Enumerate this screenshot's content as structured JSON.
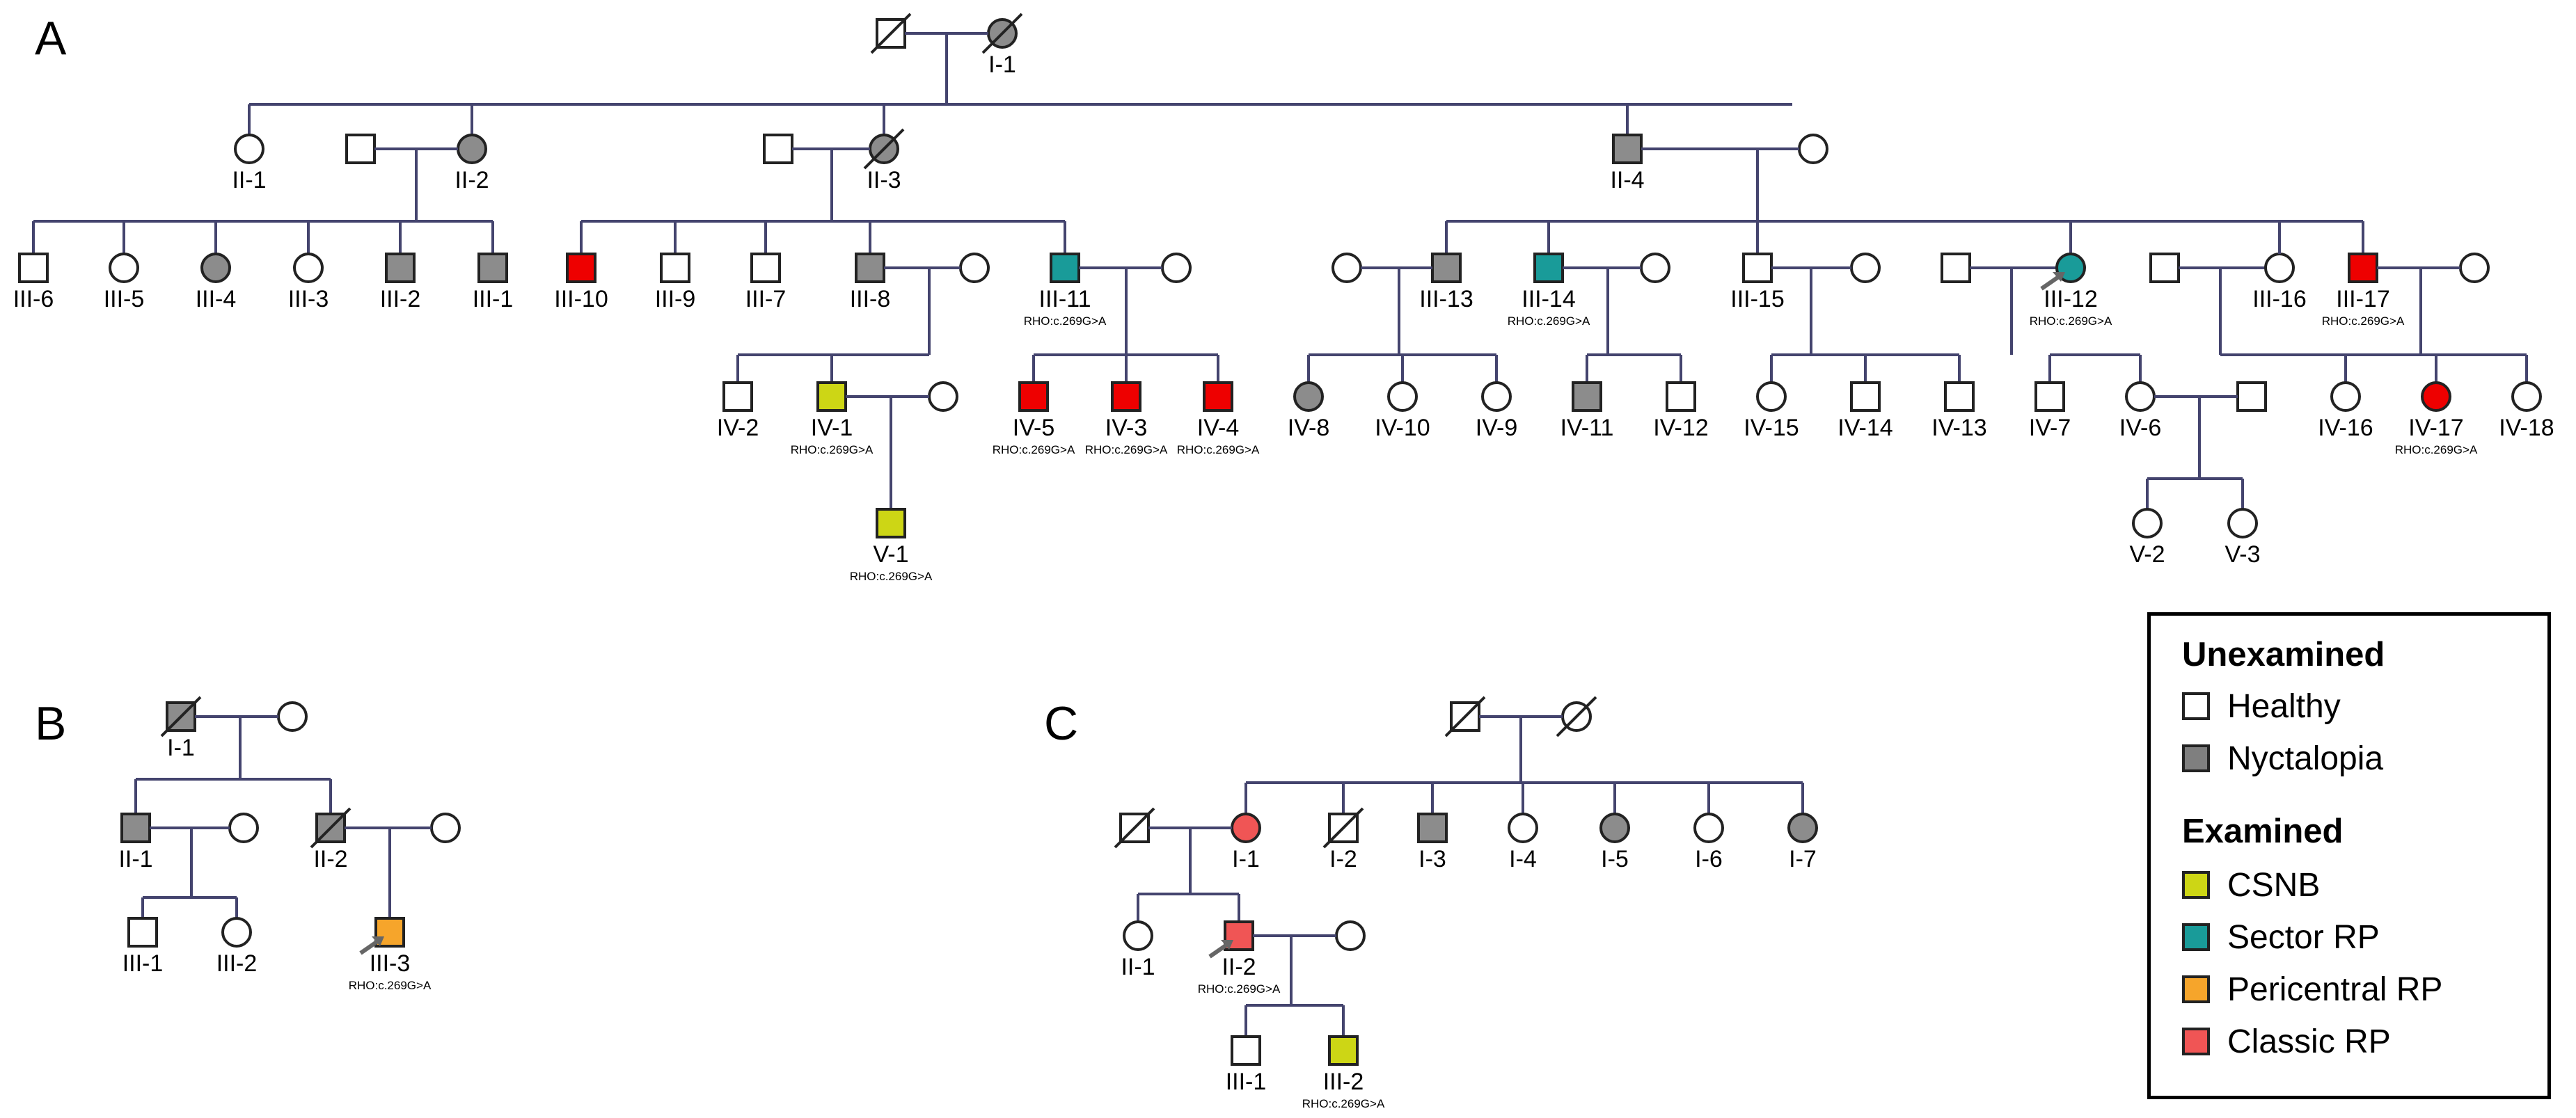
{
  "panels": [
    {
      "letter": "A"
    },
    {
      "letter": "B"
    },
    {
      "letter": "C"
    }
  ],
  "colors": {
    "line": "#44446e",
    "healthy": "#ffffff",
    "nyctalopia": "#8c8c8c",
    "csnb": "#cdd615",
    "sector_rp": "#199b99",
    "pericentral_rp": "#f6a52b",
    "classic_rp": "#f05555",
    "red": "#ee0000"
  },
  "mutation": "RHO:c.269G>A",
  "A": {
    "individuals": [
      {
        "label": "I-1",
        "sex": "F",
        "status": "nyctalopia",
        "deceased": true
      },
      {
        "label": "II-1",
        "sex": "F",
        "status": "healthy"
      },
      {
        "label": "II-2",
        "sex": "F",
        "status": "nyctalopia"
      },
      {
        "label": "II-3",
        "sex": "F",
        "status": "nyctalopia",
        "deceased": true
      },
      {
        "label": "II-4",
        "sex": "M",
        "status": "nyctalopia"
      },
      {
        "label": "III-6",
        "sex": "M",
        "status": "healthy"
      },
      {
        "label": "III-5",
        "sex": "F",
        "status": "healthy"
      },
      {
        "label": "III-4",
        "sex": "F",
        "status": "nyctalopia"
      },
      {
        "label": "III-3",
        "sex": "F",
        "status": "healthy"
      },
      {
        "label": "III-2",
        "sex": "M",
        "status": "nyctalopia"
      },
      {
        "label": "III-1",
        "sex": "M",
        "status": "nyctalopia"
      },
      {
        "label": "III-10",
        "sex": "M",
        "status": "red"
      },
      {
        "label": "III-9",
        "sex": "M",
        "status": "healthy"
      },
      {
        "label": "III-7",
        "sex": "M",
        "status": "healthy"
      },
      {
        "label": "III-8",
        "sex": "M",
        "status": "nyctalopia"
      },
      {
        "label": "III-11",
        "sex": "M",
        "status": "sector_rp",
        "mutation": true
      },
      {
        "label": "III-13",
        "sex": "M",
        "status": "nyctalopia"
      },
      {
        "label": "III-14",
        "sex": "M",
        "status": "sector_rp",
        "mutation": true
      },
      {
        "label": "III-15",
        "sex": "M",
        "status": "healthy"
      },
      {
        "label": "III-12",
        "sex": "F",
        "status": "sector_rp",
        "mutation": true,
        "proband": true
      },
      {
        "label": "III-16",
        "sex": "F",
        "status": "healthy"
      },
      {
        "label": "III-17",
        "sex": "M",
        "status": "red",
        "mutation": true
      },
      {
        "label": "IV-2",
        "sex": "M",
        "status": "healthy"
      },
      {
        "label": "IV-1",
        "sex": "M",
        "status": "csnb",
        "mutation": true
      },
      {
        "label": "IV-5",
        "sex": "M",
        "status": "red",
        "mutation": true
      },
      {
        "label": "IV-3",
        "sex": "M",
        "status": "red",
        "mutation": true
      },
      {
        "label": "IV-4",
        "sex": "M",
        "status": "red",
        "mutation": true
      },
      {
        "label": "IV-8",
        "sex": "F",
        "status": "nyctalopia"
      },
      {
        "label": "IV-10",
        "sex": "F",
        "status": "healthy"
      },
      {
        "label": "IV-9",
        "sex": "F",
        "status": "healthy"
      },
      {
        "label": "IV-11",
        "sex": "M",
        "status": "nyctalopia"
      },
      {
        "label": "IV-12",
        "sex": "M",
        "status": "healthy"
      },
      {
        "label": "IV-15",
        "sex": "F",
        "status": "healthy"
      },
      {
        "label": "IV-14",
        "sex": "M",
        "status": "healthy"
      },
      {
        "label": "IV-13",
        "sex": "M",
        "status": "healthy"
      },
      {
        "label": "IV-7",
        "sex": "M",
        "status": "healthy"
      },
      {
        "label": "IV-6",
        "sex": "F",
        "status": "healthy"
      },
      {
        "label": "IV-16",
        "sex": "F",
        "status": "healthy"
      },
      {
        "label": "IV-17",
        "sex": "F",
        "status": "red",
        "mutation": true
      },
      {
        "label": "IV-18",
        "sex": "F",
        "status": "healthy"
      },
      {
        "label": "V-1",
        "sex": "M",
        "status": "csnb",
        "mutation": true
      },
      {
        "label": "V-2",
        "sex": "F",
        "status": "healthy"
      },
      {
        "label": "V-3",
        "sex": "F",
        "status": "healthy"
      }
    ]
  },
  "B": {
    "individuals": [
      {
        "label": "I-1",
        "sex": "M",
        "status": "nyctalopia",
        "deceased": true
      },
      {
        "label": "II-1",
        "sex": "M",
        "status": "nyctalopia"
      },
      {
        "label": "II-2",
        "sex": "M",
        "status": "nyctalopia",
        "deceased": true
      },
      {
        "label": "III-1",
        "sex": "M",
        "status": "healthy"
      },
      {
        "label": "III-2",
        "sex": "F",
        "status": "healthy"
      },
      {
        "label": "III-3",
        "sex": "M",
        "status": "pericentral_rp",
        "mutation": true,
        "proband": true
      }
    ]
  },
  "C": {
    "individuals": [
      {
        "label": "I-1",
        "sex": "F",
        "status": "classic_rp"
      },
      {
        "label": "I-2",
        "sex": "M",
        "status": "healthy",
        "deceased": true
      },
      {
        "label": "I-3",
        "sex": "M",
        "status": "nyctalopia"
      },
      {
        "label": "I-4",
        "sex": "F",
        "status": "healthy"
      },
      {
        "label": "I-5",
        "sex": "F",
        "status": "nyctalopia"
      },
      {
        "label": "I-6",
        "sex": "F",
        "status": "healthy"
      },
      {
        "label": "I-7",
        "sex": "F",
        "status": "nyctalopia"
      },
      {
        "label": "II-1",
        "sex": "F",
        "status": "healthy"
      },
      {
        "label": "II-2",
        "sex": "M",
        "status": "classic_rp",
        "mutation": true,
        "proband": true
      },
      {
        "label": "III-1",
        "sex": "M",
        "status": "healthy"
      },
      {
        "label": "III-2",
        "sex": "M",
        "status": "csnb",
        "mutation": true
      }
    ]
  },
  "legend": {
    "unexamined_title": "Unexamined",
    "examined_title": "Examined",
    "items": [
      {
        "label": "Healthy",
        "color": "#ffffff"
      },
      {
        "label": "Nyctalopia",
        "color": "#7f7f7f"
      },
      {
        "label": "CSNB",
        "color": "#cdd615"
      },
      {
        "label": "Sector RP",
        "color": "#199b99"
      },
      {
        "label": "Pericentral RP",
        "color": "#f6a52b"
      },
      {
        "label": "Classic RP",
        "color": "#f05555"
      }
    ]
  }
}
